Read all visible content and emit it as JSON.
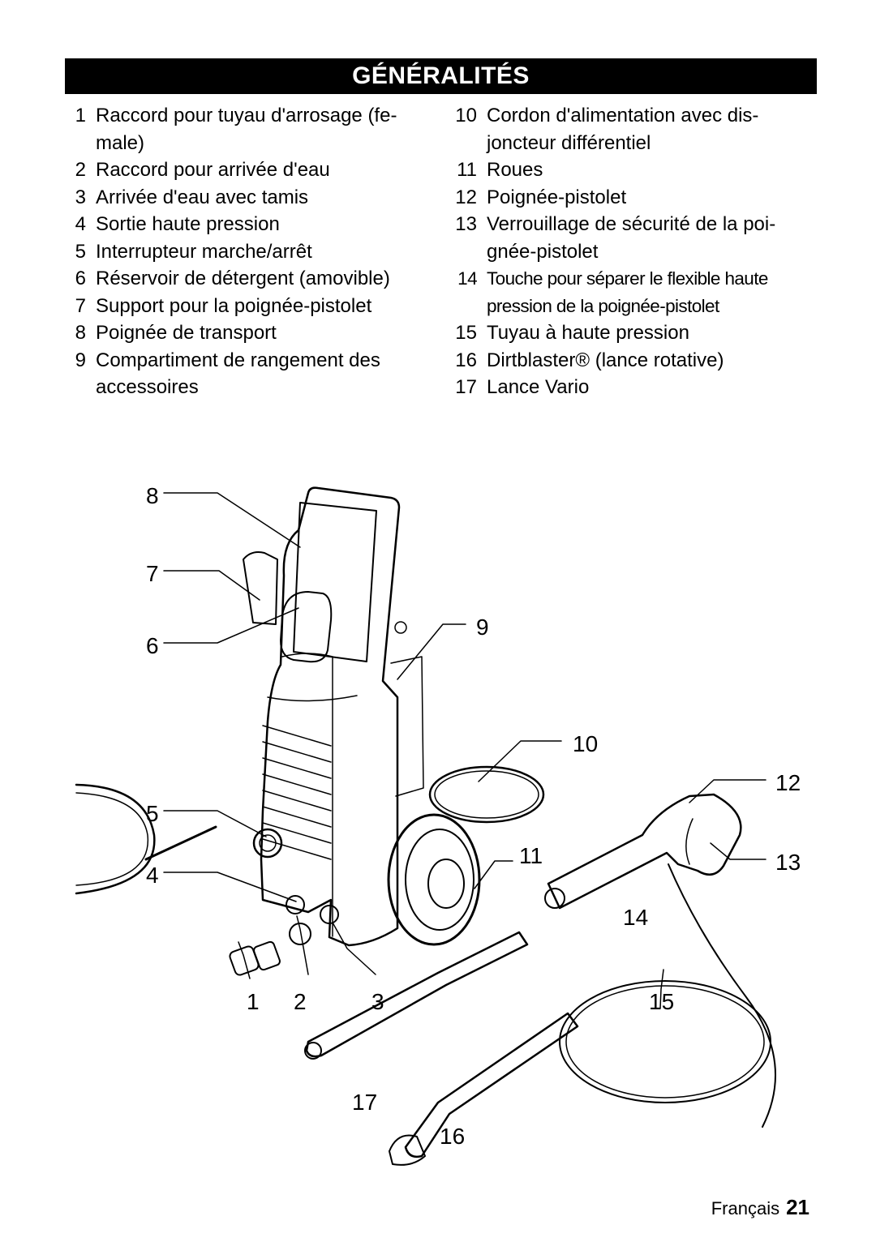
{
  "header": {
    "title": "GÉNÉRALITÉS"
  },
  "items_left": [
    {
      "num": "1",
      "text": "Raccord pour tuyau d'arrosage (fe-male)"
    },
    {
      "num": "2",
      "text": "Raccord pour arrivée d'eau"
    },
    {
      "num": "3",
      "text": "Arrivée d'eau avec tamis"
    },
    {
      "num": "4",
      "text": "Sortie haute pression"
    },
    {
      "num": "5",
      "text": "Interrupteur marche/arrêt"
    },
    {
      "num": "6",
      "text": "Réservoir de détergent (amovible)"
    },
    {
      "num": "7",
      "text": "Support pour la poignée-pistolet"
    },
    {
      "num": "8",
      "text": "Poignée de transport"
    },
    {
      "num": "9",
      "text": "Compartiment de rangement des accessoires"
    }
  ],
  "items_right": [
    {
      "num": "10",
      "text": "Cordon d'alimentation avec dis-joncteur différentiel"
    },
    {
      "num": "11",
      "text": "Roues"
    },
    {
      "num": "12",
      "text": "Poignée-pistolet"
    },
    {
      "num": "13",
      "text": "Verrouillage de sécurité de la poi-gnée-pistolet"
    },
    {
      "num": "14",
      "text": "Touche pour séparer le flexible haute pression de la poignée-pistolet"
    },
    {
      "num": "15",
      "text": "Tuyau à haute pression"
    },
    {
      "num": "16",
      "text": "Dirtblaster® (lance rotative)"
    },
    {
      "num": "17",
      "text": "Lance Vario"
    }
  ],
  "diagram_labels": {
    "l1": "1",
    "l2": "2",
    "l3": "3",
    "l4": "4",
    "l5": "5",
    "l6": "6",
    "l7": "7",
    "l8": "8",
    "l9": "9",
    "l10": "10",
    "l11": "11",
    "l12": "12",
    "l13": "13",
    "l14": "14",
    "l15": "15",
    "l16": "16",
    "l17": "17"
  },
  "footer": {
    "language": "Français",
    "page": "21"
  }
}
